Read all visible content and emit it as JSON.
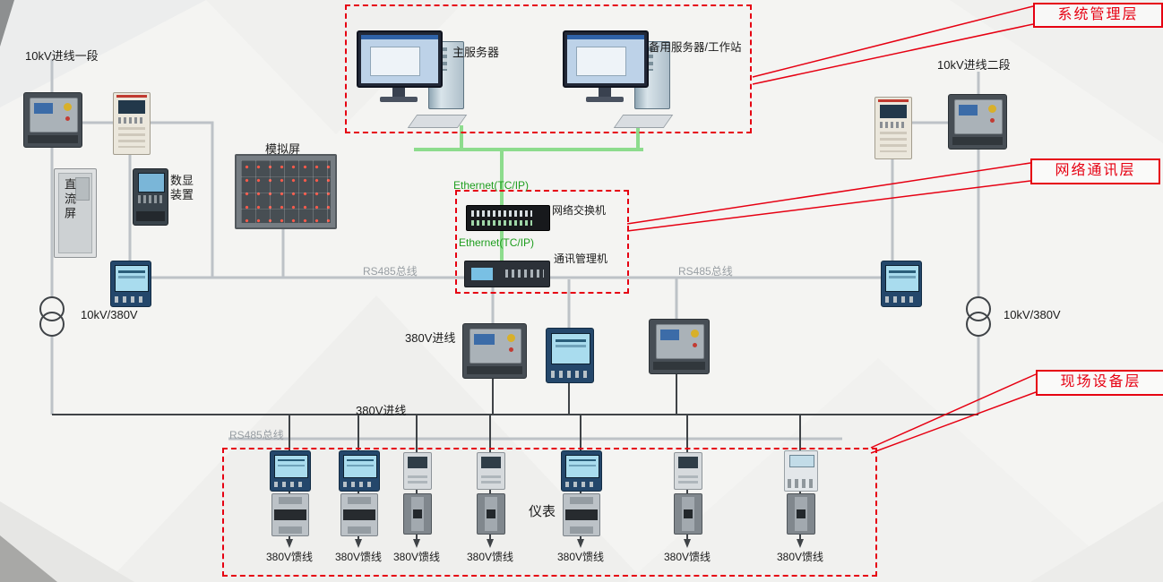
{
  "layer_labels": {
    "system": "系统管理层",
    "network": "网络通讯层",
    "field": "现场设备层"
  },
  "servers": {
    "main": "主服务器",
    "backup": "备用服务器/工作站"
  },
  "incoming": {
    "line1": "10kV进线一段",
    "line2": "10kV进线二段",
    "transformer_left": "10kV/380V",
    "transformer_right": "10kV/380V",
    "lv_in_upper": "380V进线",
    "lv_in_lower": "380V进线"
  },
  "equipment": {
    "mimic_panel": "模拟屏",
    "dc_panel": "直流屏",
    "display_device": "数显装置",
    "switch": "网络交换机",
    "gateway": "通讯管理机",
    "meters": "仪表"
  },
  "network_labels": {
    "ethernet_top": "Ethernet(TC/IP)",
    "ethernet_mid": "Ethernet(TC/IP)",
    "rs485_left": "RS485总线",
    "rs485_right": "RS485总线",
    "rs485_field": "RS485总线"
  },
  "feeders": [
    "380V馈线",
    "380V馈线",
    "380V馈线",
    "380V馈线",
    "380V馈线",
    "380V馈线",
    "380V馈线"
  ],
  "colors": {
    "annotation_red": "#e60012",
    "ethernet_green": "#8ddc8d",
    "ethernet_text_green": "#1f9e1f",
    "bus_gray": "#bdc2c7",
    "power_dark": "#3f4347"
  }
}
